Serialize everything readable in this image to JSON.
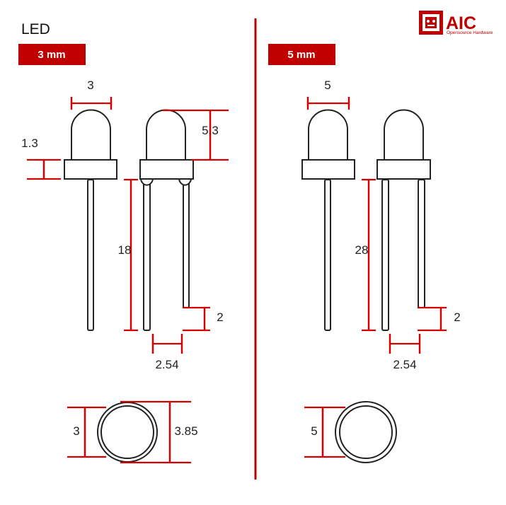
{
  "title": "LED",
  "logo": {
    "name": "AIC",
    "subtitle": "Opensource Hardware",
    "icon": "gear-robot-icon"
  },
  "sections": [
    {
      "tag": "3 mm",
      "dims": {
        "width": "3",
        "rim": "1.3",
        "height": "5.3",
        "lead_length": "18",
        "lead_diff": "2",
        "spacing": "2.54",
        "inner_diameter": "3",
        "outer_diameter": "3.85"
      }
    },
    {
      "tag": "5 mm",
      "dims": {
        "width": "5",
        "lead_length": "28",
        "lead_diff": "2",
        "spacing": "2.54",
        "inner_diameter": "5"
      }
    }
  ],
  "colors": {
    "accent": "#c00000",
    "dimension_lines": "#d40000",
    "outline": "#222222"
  }
}
